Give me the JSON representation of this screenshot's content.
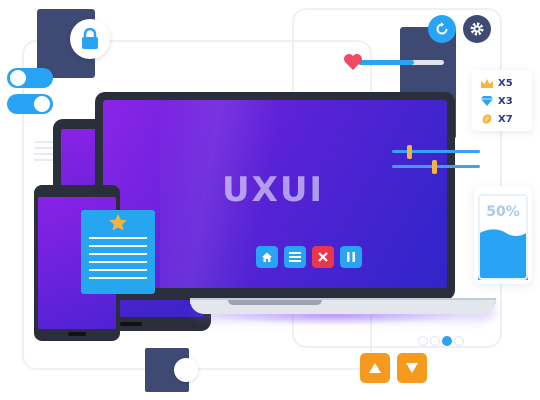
{
  "screen_title": "UXUI",
  "rewards": [
    {
      "icon": "crown-icon",
      "label": "X5"
    },
    {
      "icon": "diamond-icon",
      "label": "X3"
    },
    {
      "icon": "coin-icon",
      "label": "X7"
    }
  ],
  "progress": {
    "label": "50%",
    "value": 0.5
  },
  "colors": {
    "accent_blue": "#29a3f4",
    "dark_card": "#3e4a73",
    "orange": "#f59a1d",
    "close_red": "#e8364f",
    "screen_purple": "#7a24e3"
  }
}
